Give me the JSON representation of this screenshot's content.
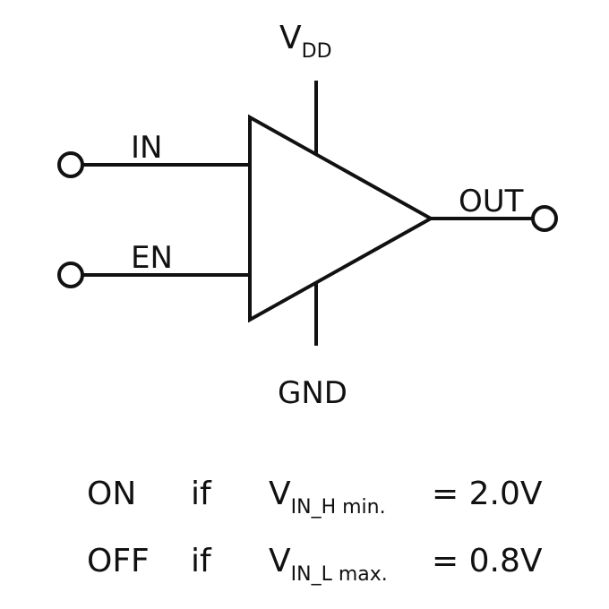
{
  "diagram": {
    "supply": {
      "main": "V",
      "sub": "DD"
    },
    "ground": "GND",
    "inputs": {
      "in": "IN",
      "en": "EN"
    },
    "output": "OUT"
  },
  "conditions": [
    {
      "state": "ON",
      "word": "if",
      "var_main": "V",
      "var_sub": "IN_H min.",
      "relation": "= 2.0V"
    },
    {
      "state": "OFF",
      "word": "if",
      "var_main": "V",
      "var_sub": "IN_L max.",
      "relation": "= 0.8V"
    }
  ]
}
